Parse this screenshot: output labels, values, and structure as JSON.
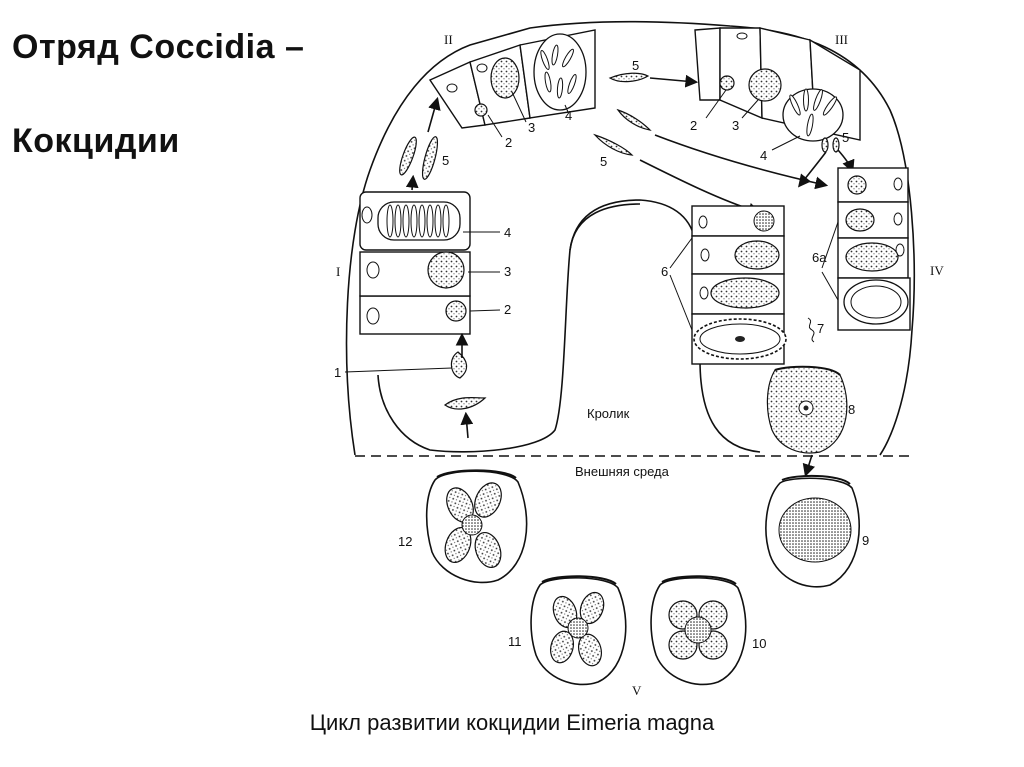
{
  "heading": {
    "line1": "Отряд  Coccidia –",
    "line2": "Кокцидии"
  },
  "caption": "Цикл развитии кокцидии Eimeria magna",
  "diagram": {
    "zones": {
      "host": "Кролик",
      "environment": "Внешняя среда"
    },
    "stage_groups": [
      "I",
      "II",
      "III",
      "IV",
      "V"
    ],
    "labels": {
      "n1": "1",
      "n2": "2",
      "n3": "3",
      "n4": "4",
      "n5": "5",
      "n6": "6",
      "n6a": "6a",
      "n7": "7",
      "n8": "8",
      "n9": "9",
      "n10": "10",
      "n11": "11",
      "n12": "12"
    }
  }
}
